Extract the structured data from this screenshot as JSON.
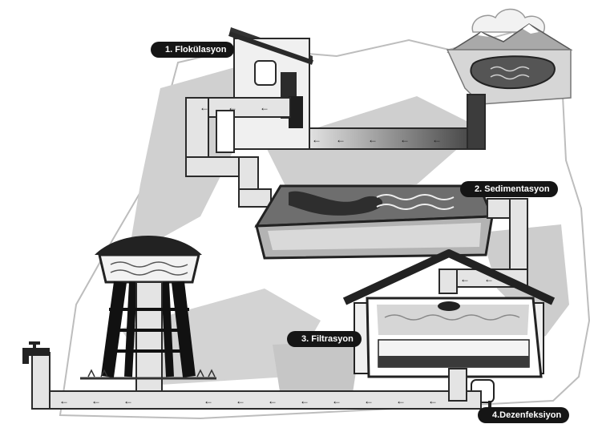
{
  "diagram": {
    "steps": [
      {
        "id": "flokulasyon",
        "label": "1. Flokülasyon"
      },
      {
        "id": "sedimentasyon",
        "label": "2. Sedimentasyon"
      },
      {
        "id": "filtrasyon",
        "label": "3. Filtrasyon"
      },
      {
        "id": "dezenfeksiyon",
        "label": "4.Dezenfeksiyon"
      }
    ],
    "flow_symbol": "←",
    "colors": {
      "pipe": "#e4e4e4",
      "pipe_outline": "#2a2a2a",
      "label_bg": "#151515",
      "label_text": "#ffffff",
      "background_land": "#c9c9c9",
      "water": "#7a7a7a"
    },
    "icons": [
      "lake-icon",
      "mountain-icon",
      "cloud-icon",
      "flocculation-tank-icon",
      "sedimentation-basin-icon",
      "filtration-house-icon",
      "disinfection-tank-icon",
      "water-tower-icon",
      "faucet-icon"
    ]
  }
}
